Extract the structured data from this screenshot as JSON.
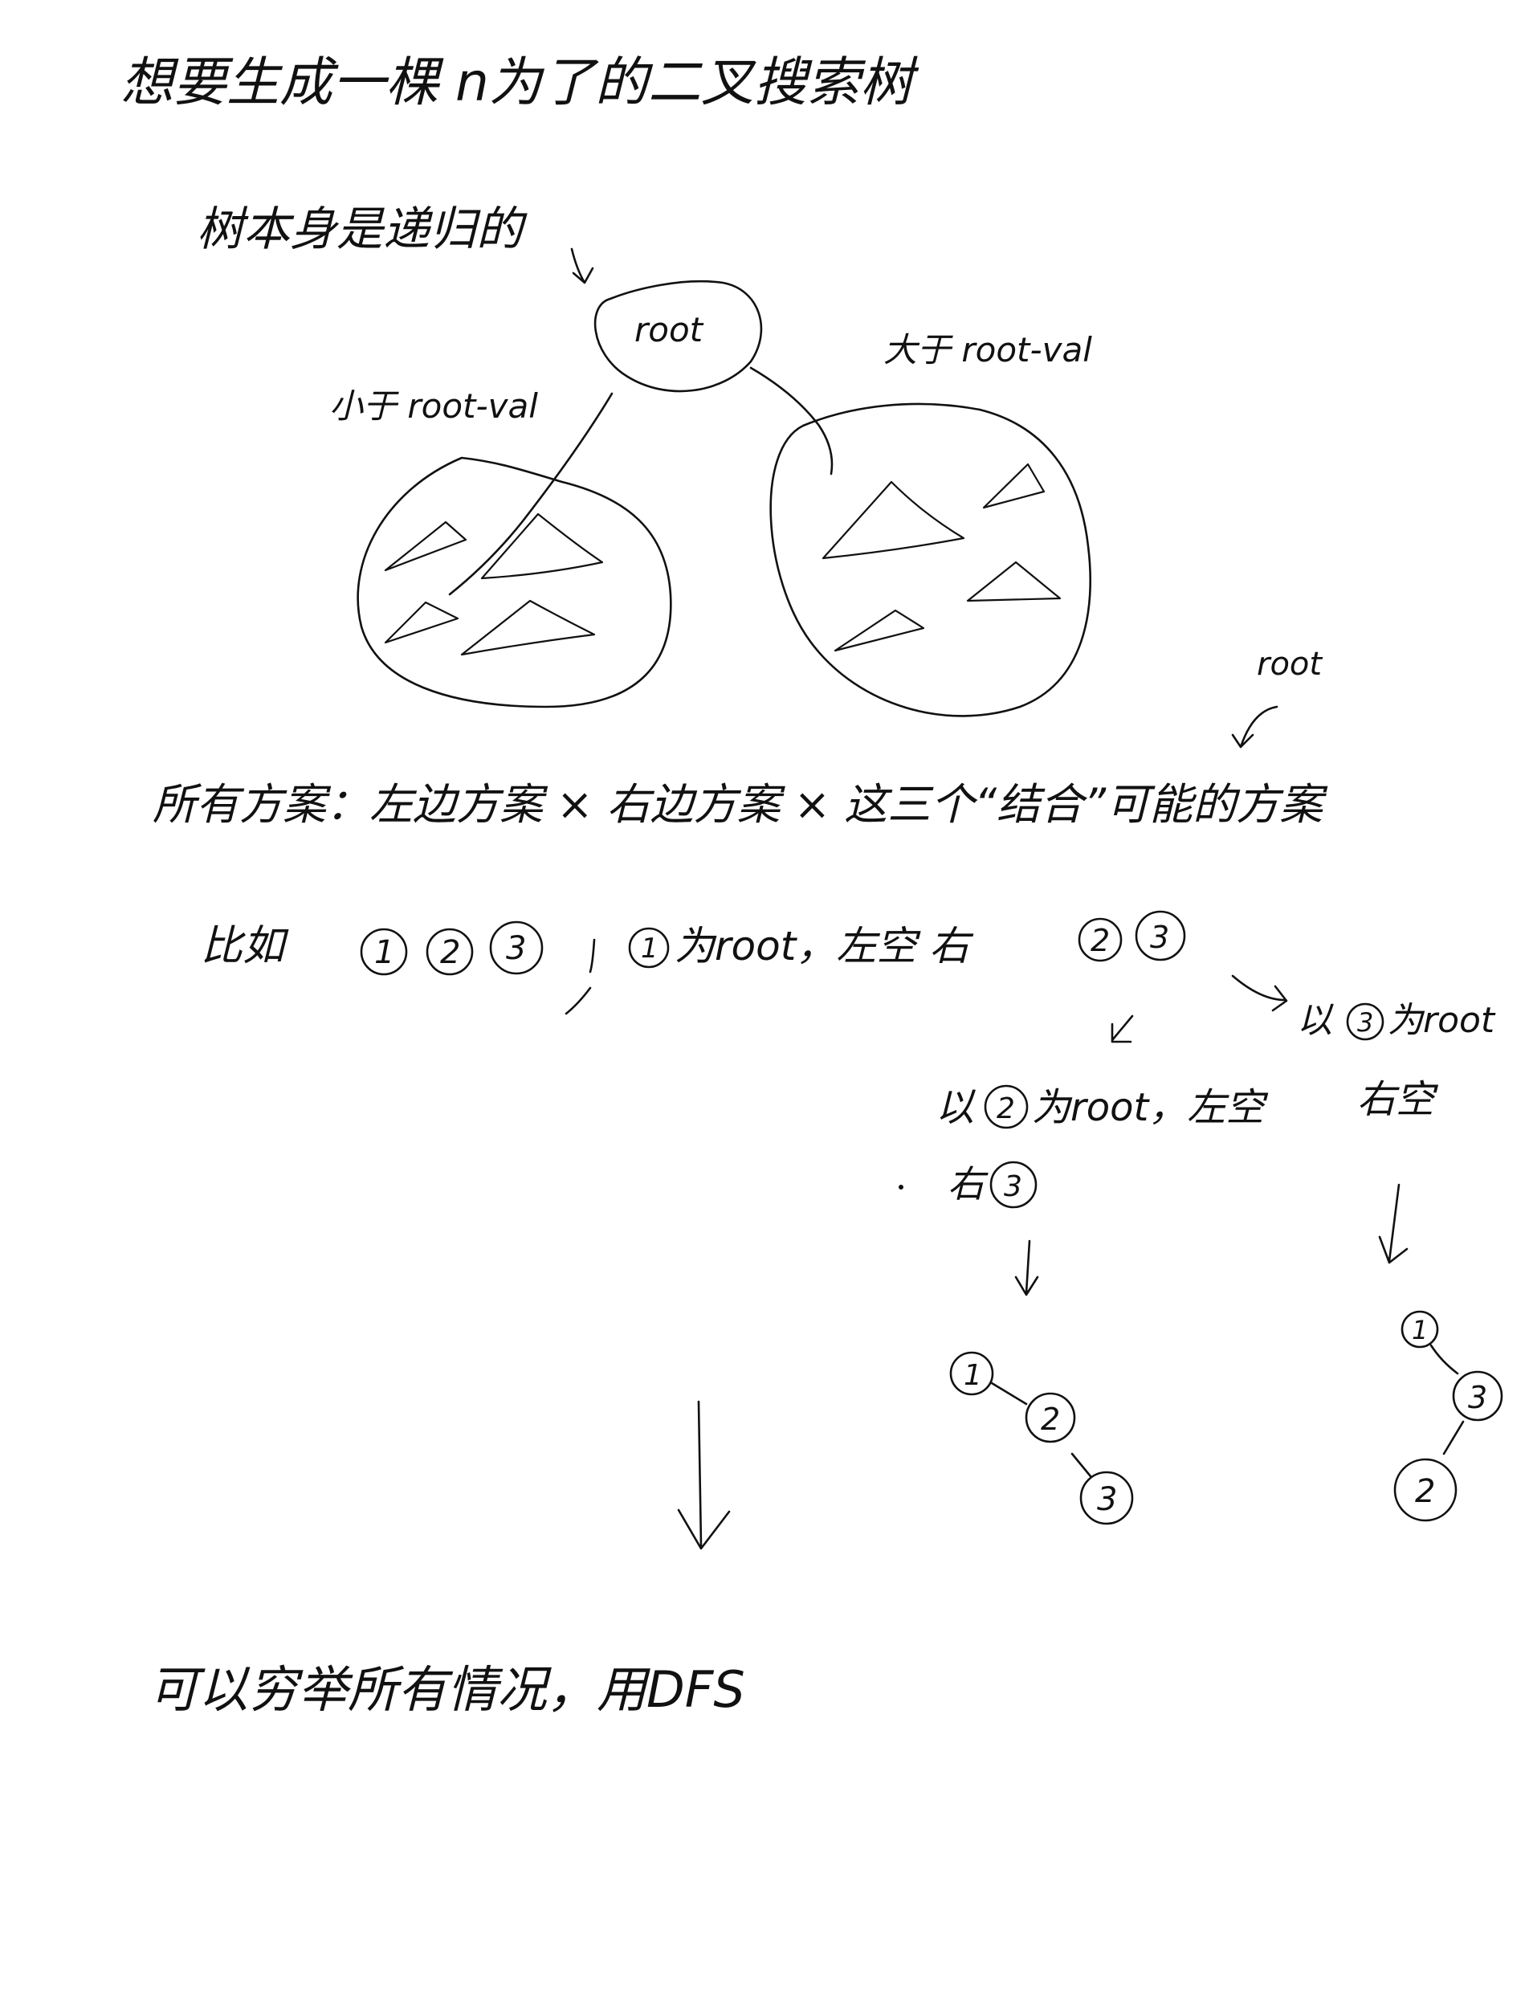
{
  "title": "想要生成一棵 n为了的二叉搜索树",
  "note_recursive": "树本身是递归的",
  "root_label": "root",
  "left_subtree_label": "小于 root-val",
  "right_subtree_label": "大于 root-val",
  "root_annotation": "root",
  "count_formula": "所有方案：左边方案 × 右边方案 × 这三个“结合”可能的方案",
  "example": {
    "prefix": "比如",
    "nodes": [
      "1",
      "2",
      "3"
    ],
    "case1_prefix": "1",
    "case1_text": "为root，左空 右",
    "case1_nodes": [
      "2",
      "3"
    ],
    "branch_left": {
      "prefix": "以",
      "node": "2",
      "text": "为root，左空",
      "right_text": "右",
      "right_node": "3",
      "tree": [
        "1",
        "2",
        "3"
      ]
    },
    "branch_right": {
      "prefix": "以",
      "node": "3",
      "text": "为root",
      "right_text": "右空",
      "tree": [
        "1",
        "3",
        "2"
      ]
    }
  },
  "conclusion": "可以穷举所有情况，用DFS"
}
